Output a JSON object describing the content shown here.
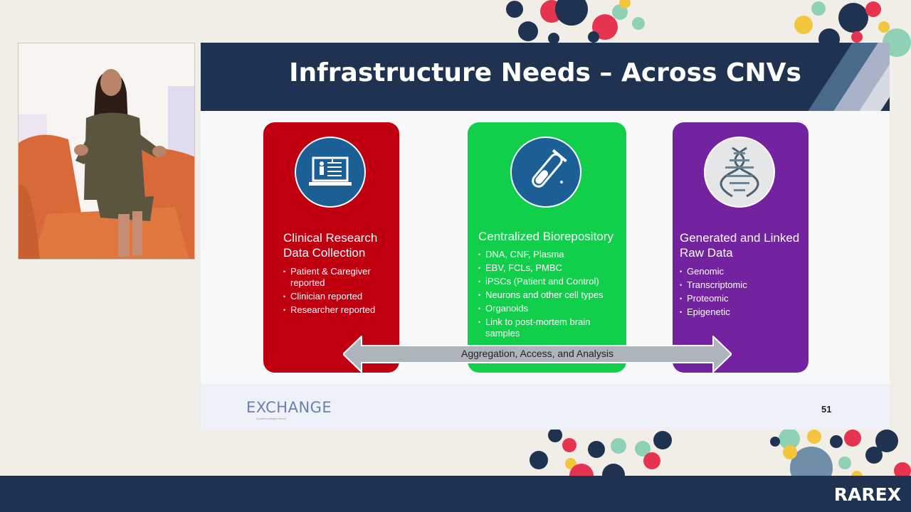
{
  "slide": {
    "title": "Infrastructure Needs – Across CNVs",
    "cards": [
      {
        "heading": "Clinical Research Data Collection",
        "icon": "medical-record-laptop-icon",
        "bullets": [
          "Patient & Caregiver reported",
          "Clinician reported",
          "Researcher reported"
        ]
      },
      {
        "heading": "Centralized Biorepository",
        "icon": "test-tube-icon",
        "bullets": [
          "DNA, CNF, Plasma",
          "EBV, FCLs, PMBC",
          "iPSCs (Patient and Control)",
          "Neurons and other cell types",
          "Organoids",
          " Link to post-mortem brain samples"
        ]
      },
      {
        "heading": "Generated and Linked Raw Data",
        "icon": "dna-helix-icon",
        "bullets": [
          "Genomic",
          "Transcriptomic",
          "Proteomic",
          "Epigenetic"
        ]
      }
    ],
    "arrow_label": "Aggregation, Access, and Analysis",
    "footer": {
      "logo_text": "EXCHANGE",
      "logo_subtitle": "A patient-initiated forum",
      "page_number": "51"
    }
  },
  "brand": {
    "logo_text": "RAREX"
  },
  "colors": {
    "navy": "#203251",
    "red": "#c00010",
    "green": "#11cf4a",
    "purple": "#7322a0",
    "background": "#f1eee8"
  }
}
